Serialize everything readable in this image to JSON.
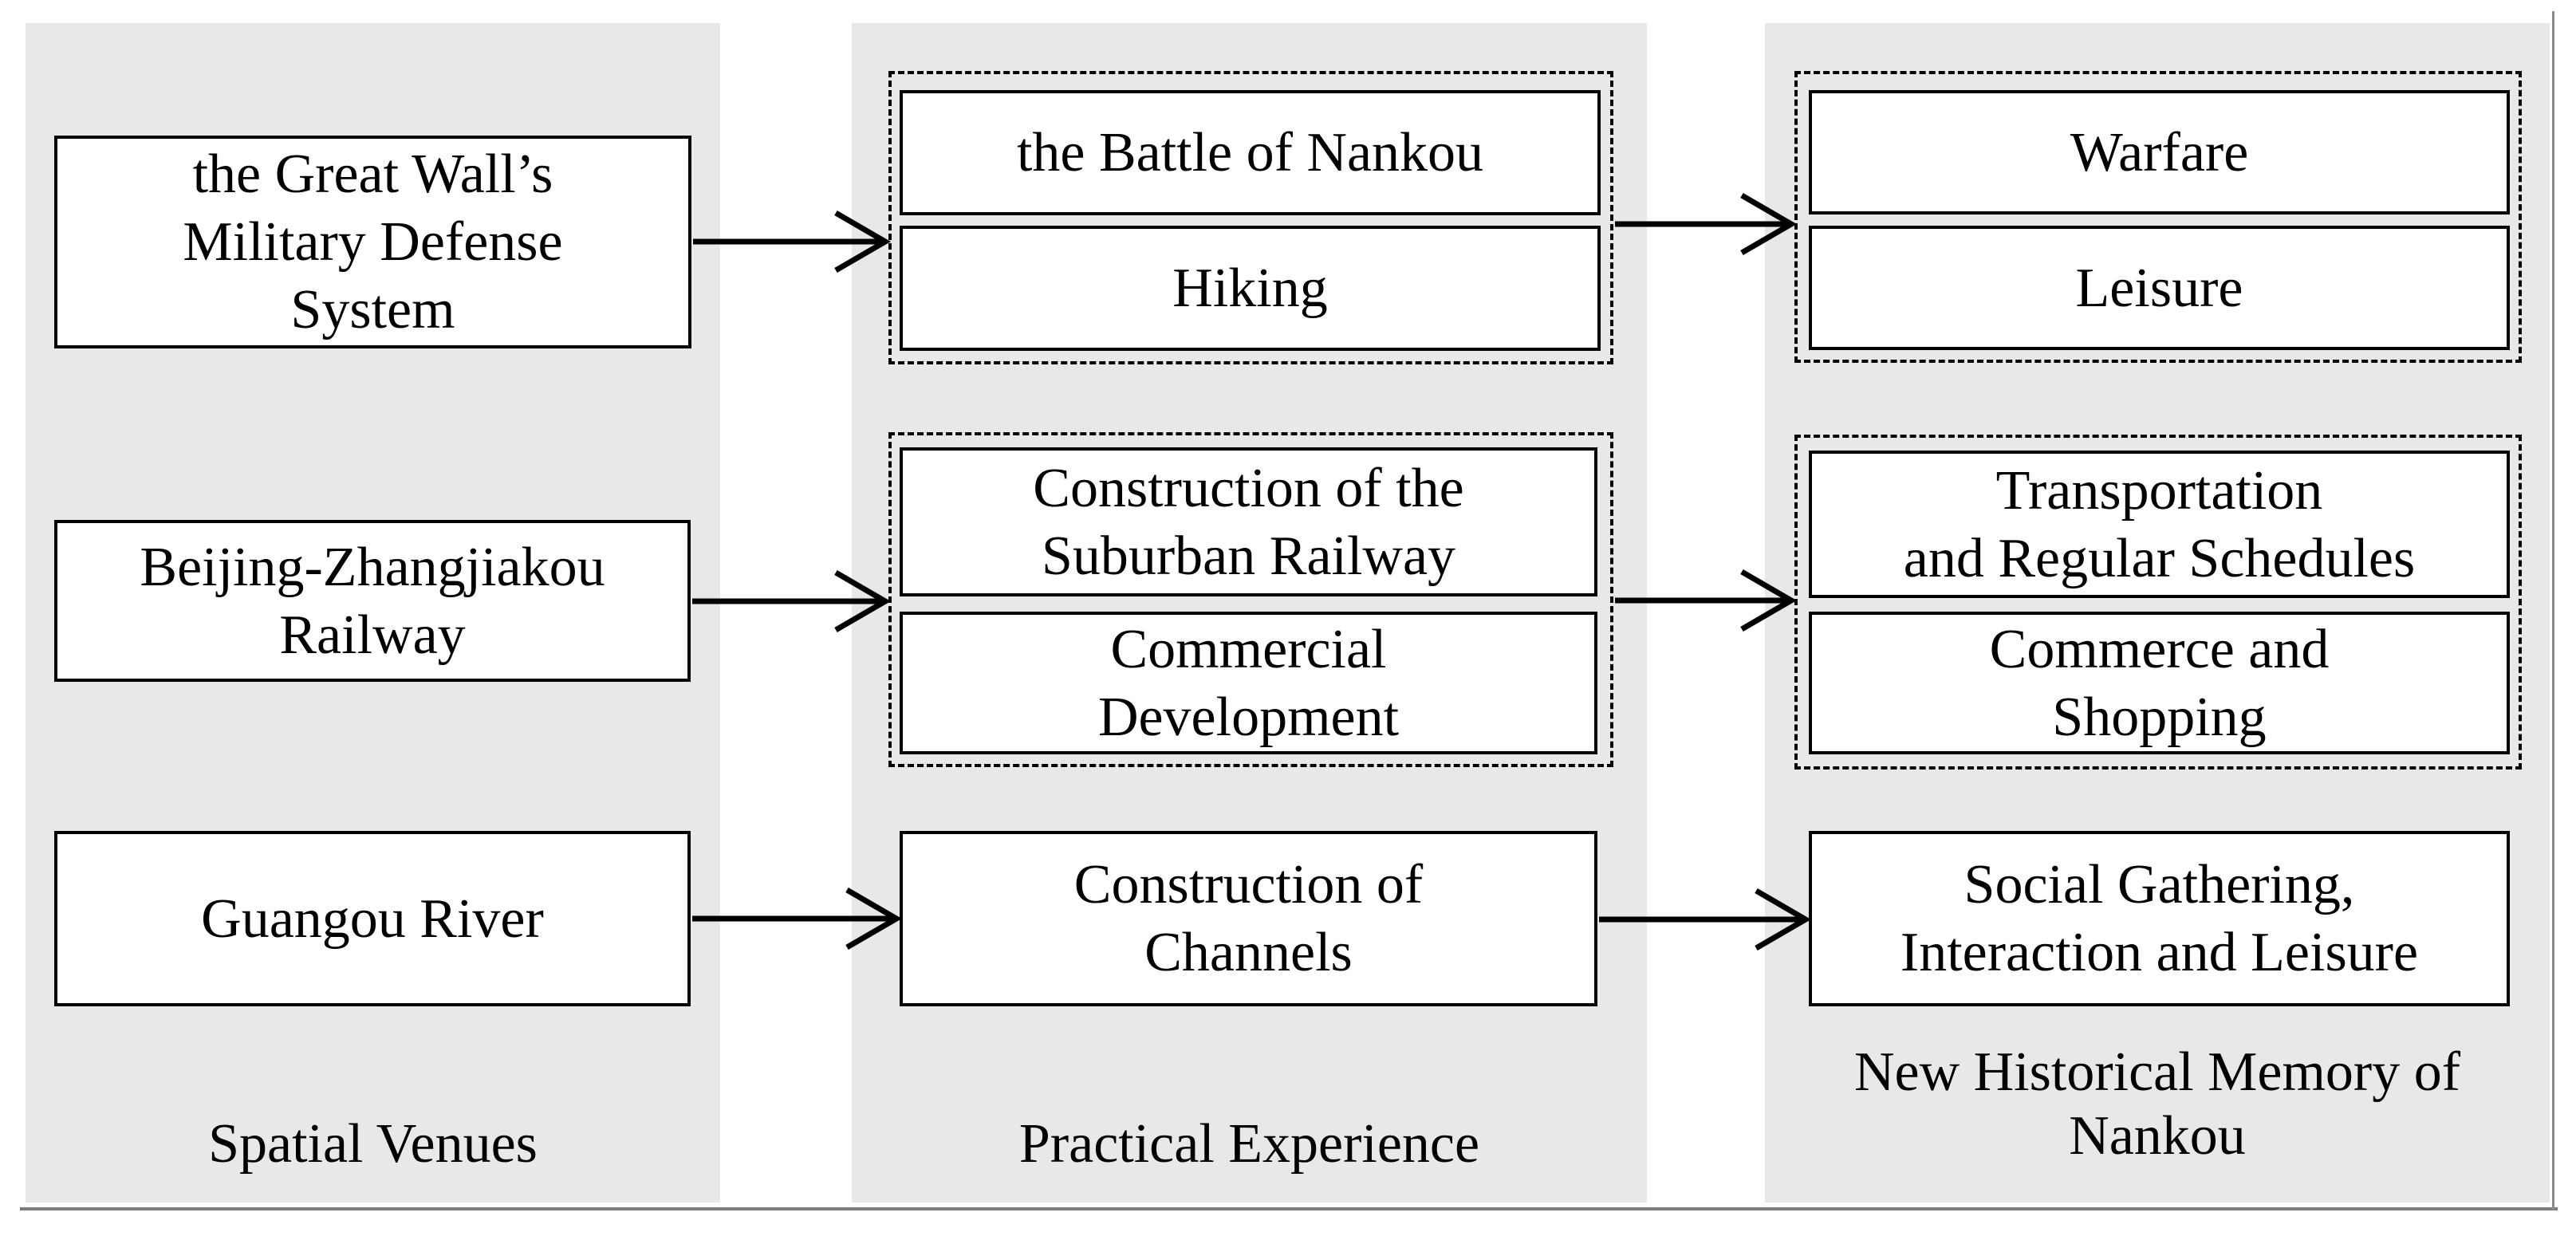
{
  "figure": {
    "columns": {
      "col1": {
        "label": "Spatial Venues",
        "box1": "the Great Wall’s\nMilitary Defense\nSystem",
        "box2": "Beijing-Zhangjiakou\nRailway",
        "box3": "Guangou River"
      },
      "col2": {
        "label": "Practical Experience",
        "group1": {
          "box1": "the Battle of Nankou",
          "box2": "Hiking"
        },
        "group2": {
          "box1": "Construction of the\nSuburban Railway",
          "box2": "Commercial\nDevelopment"
        },
        "box3": "Construction of\nChannels"
      },
      "col3": {
        "label": "New Historical Memory of\nNankou",
        "group1": {
          "box1": "Warfare",
          "box2": "Leisure"
        },
        "group2": {
          "box1": "Transportation\nand Regular Schedules",
          "box2": "Commerce and\nShopping"
        },
        "box3": "Social Gathering,\nInteraction and Leisure"
      }
    },
    "edges": [
      {
        "from": "the Great Wall’s Military Defense System",
        "to": "the Battle of Nankou / Hiking"
      },
      {
        "from": "the Battle of Nankou / Hiking",
        "to": "Warfare / Leisure"
      },
      {
        "from": "Beijing-Zhangjiakou Railway",
        "to": "Construction of the Suburban Railway / Commercial Development"
      },
      {
        "from": "Construction of the Suburban Railway / Commercial Development",
        "to": "Transportation and Regular Schedules / Commerce and Shopping"
      },
      {
        "from": "Guangou River",
        "to": "Construction of Channels"
      },
      {
        "from": "Construction of Channels",
        "to": "Social Gathering, Interaction and Leisure"
      }
    ],
    "colors": {
      "column_bg": "#e8e8e8",
      "box_bg": "#ffffff",
      "line": "#000000",
      "page_rule": "#7d7d7d"
    }
  }
}
